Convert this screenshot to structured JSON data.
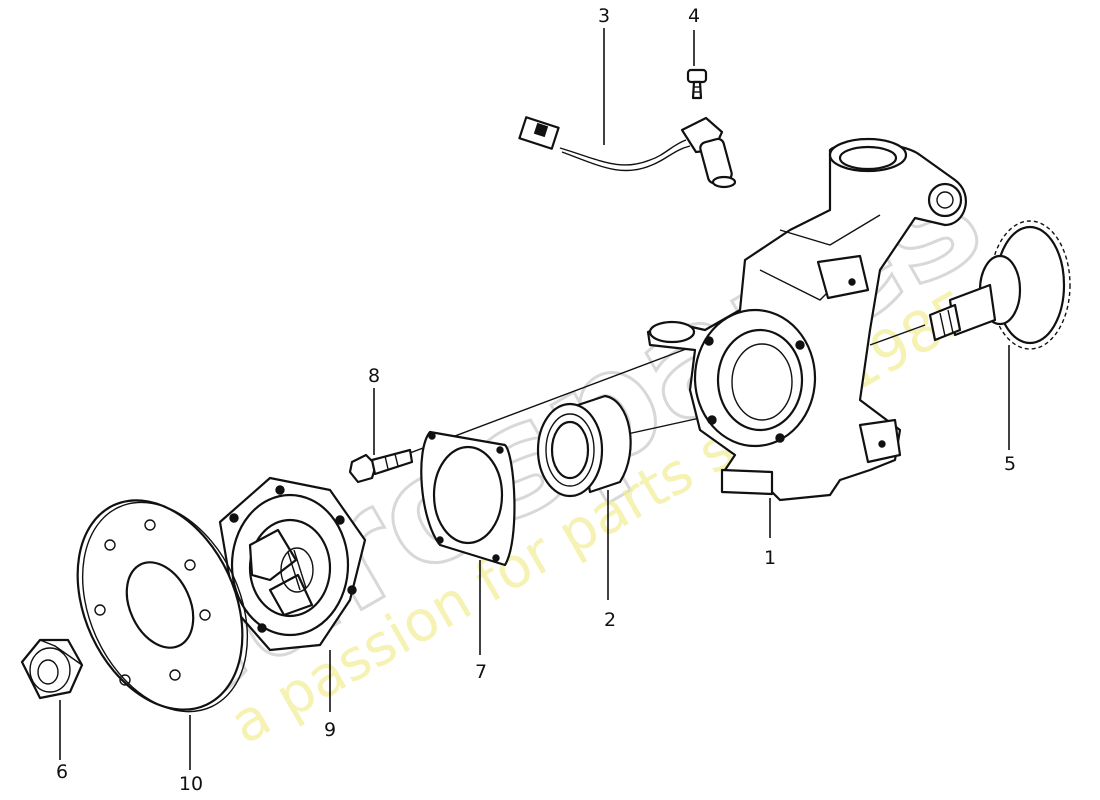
{
  "watermark": {
    "logo": "eurospares",
    "slogan": "a passion for parts since 1985"
  },
  "callouts": [
    {
      "id": "1",
      "label": "1"
    },
    {
      "id": "2",
      "label": "2"
    },
    {
      "id": "3",
      "label": "3"
    },
    {
      "id": "4",
      "label": "4"
    },
    {
      "id": "5",
      "label": "5"
    },
    {
      "id": "6",
      "label": "6"
    },
    {
      "id": "7",
      "label": "7"
    },
    {
      "id": "8",
      "label": "8"
    },
    {
      "id": "9",
      "label": "9"
    },
    {
      "id": "10",
      "label": "10"
    }
  ]
}
